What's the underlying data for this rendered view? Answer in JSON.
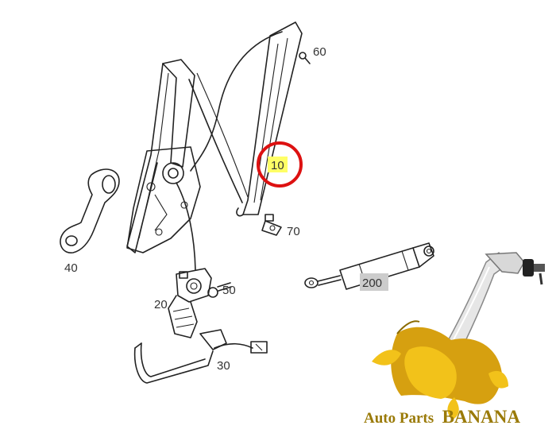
{
  "callouts": {
    "c10": "10",
    "c20": "20",
    "c30": "30",
    "c40": "40",
    "c50": "50",
    "c60": "60",
    "c70": "70",
    "c200": "200"
  },
  "watermark": {
    "prefix": "Auto Parts",
    "name": "BANANA"
  },
  "colors": {
    "highlight_fill": "#ffff66",
    "highlight_ring": "#dd1111",
    "tag_fill": "#cccccc",
    "banana_yellow": "#f2c21a",
    "banana_gold": "#d6a010",
    "brand_text": "#9a7a08"
  },
  "highlighted_part": "10"
}
